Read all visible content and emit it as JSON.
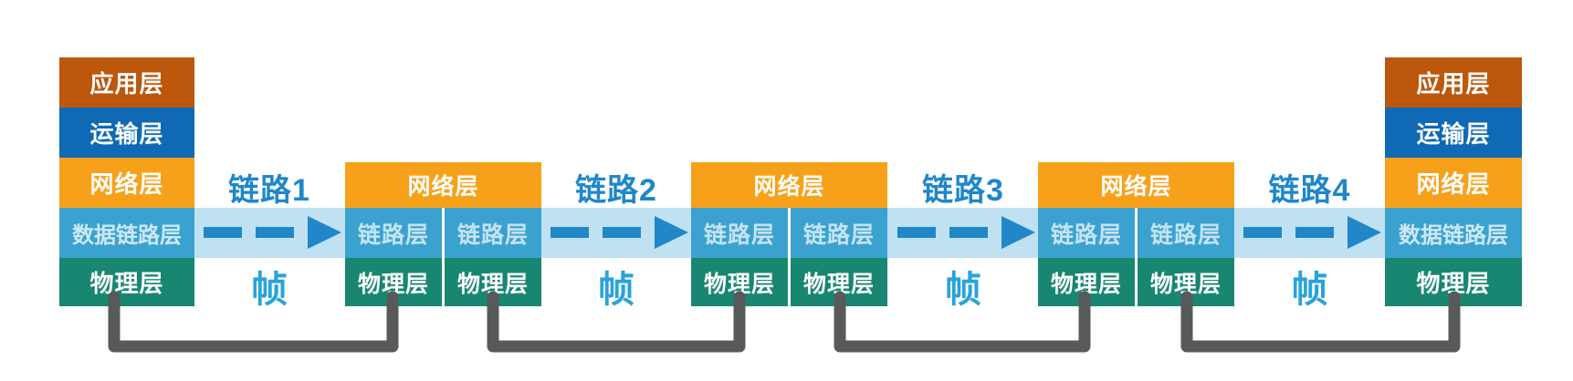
{
  "colors": {
    "application_layer": "#bc570c",
    "transport_layer": "#0f69b4",
    "network_layer": "#f7a11b",
    "datalink_layer": "#3ba2d0",
    "physical_layer": "#198671",
    "link_band": "#bfe1f1",
    "arrow": "#2287c8",
    "link_label_text": "#1f87c9",
    "frame_label_text": "#29a3da",
    "wire": "#58595b",
    "column_separator": "#ffffff"
  },
  "left_host": {
    "layers": [
      {
        "label": "应用层"
      },
      {
        "label": "运输层"
      },
      {
        "label": "网络层"
      },
      {
        "label": "数据链路层"
      },
      {
        "label": "物理层"
      }
    ]
  },
  "right_host": {
    "layers": [
      {
        "label": "应用层"
      },
      {
        "label": "运输层"
      },
      {
        "label": "网络层"
      },
      {
        "label": "数据链路层"
      },
      {
        "label": "物理层"
      }
    ]
  },
  "routers": [
    {
      "network_label": "网络层",
      "columns": {
        "left_link": "链路层",
        "right_link": "链路层",
        "left_physical": "物理层",
        "right_physical": "物理层"
      }
    },
    {
      "network_label": "网络层",
      "columns": {
        "left_link": "链路层",
        "right_link": "链路层",
        "left_physical": "物理层",
        "right_physical": "物理层"
      }
    },
    {
      "network_label": "网络层",
      "columns": {
        "left_link": "链路层",
        "right_link": "链路层",
        "left_physical": "物理层",
        "right_physical": "物理层"
      }
    }
  ],
  "links": [
    {
      "label": "链路1",
      "frame_label": "帧"
    },
    {
      "label": "链路2",
      "frame_label": "帧"
    },
    {
      "label": "链路3",
      "frame_label": "帧"
    },
    {
      "label": "链路4",
      "frame_label": "帧"
    }
  ]
}
